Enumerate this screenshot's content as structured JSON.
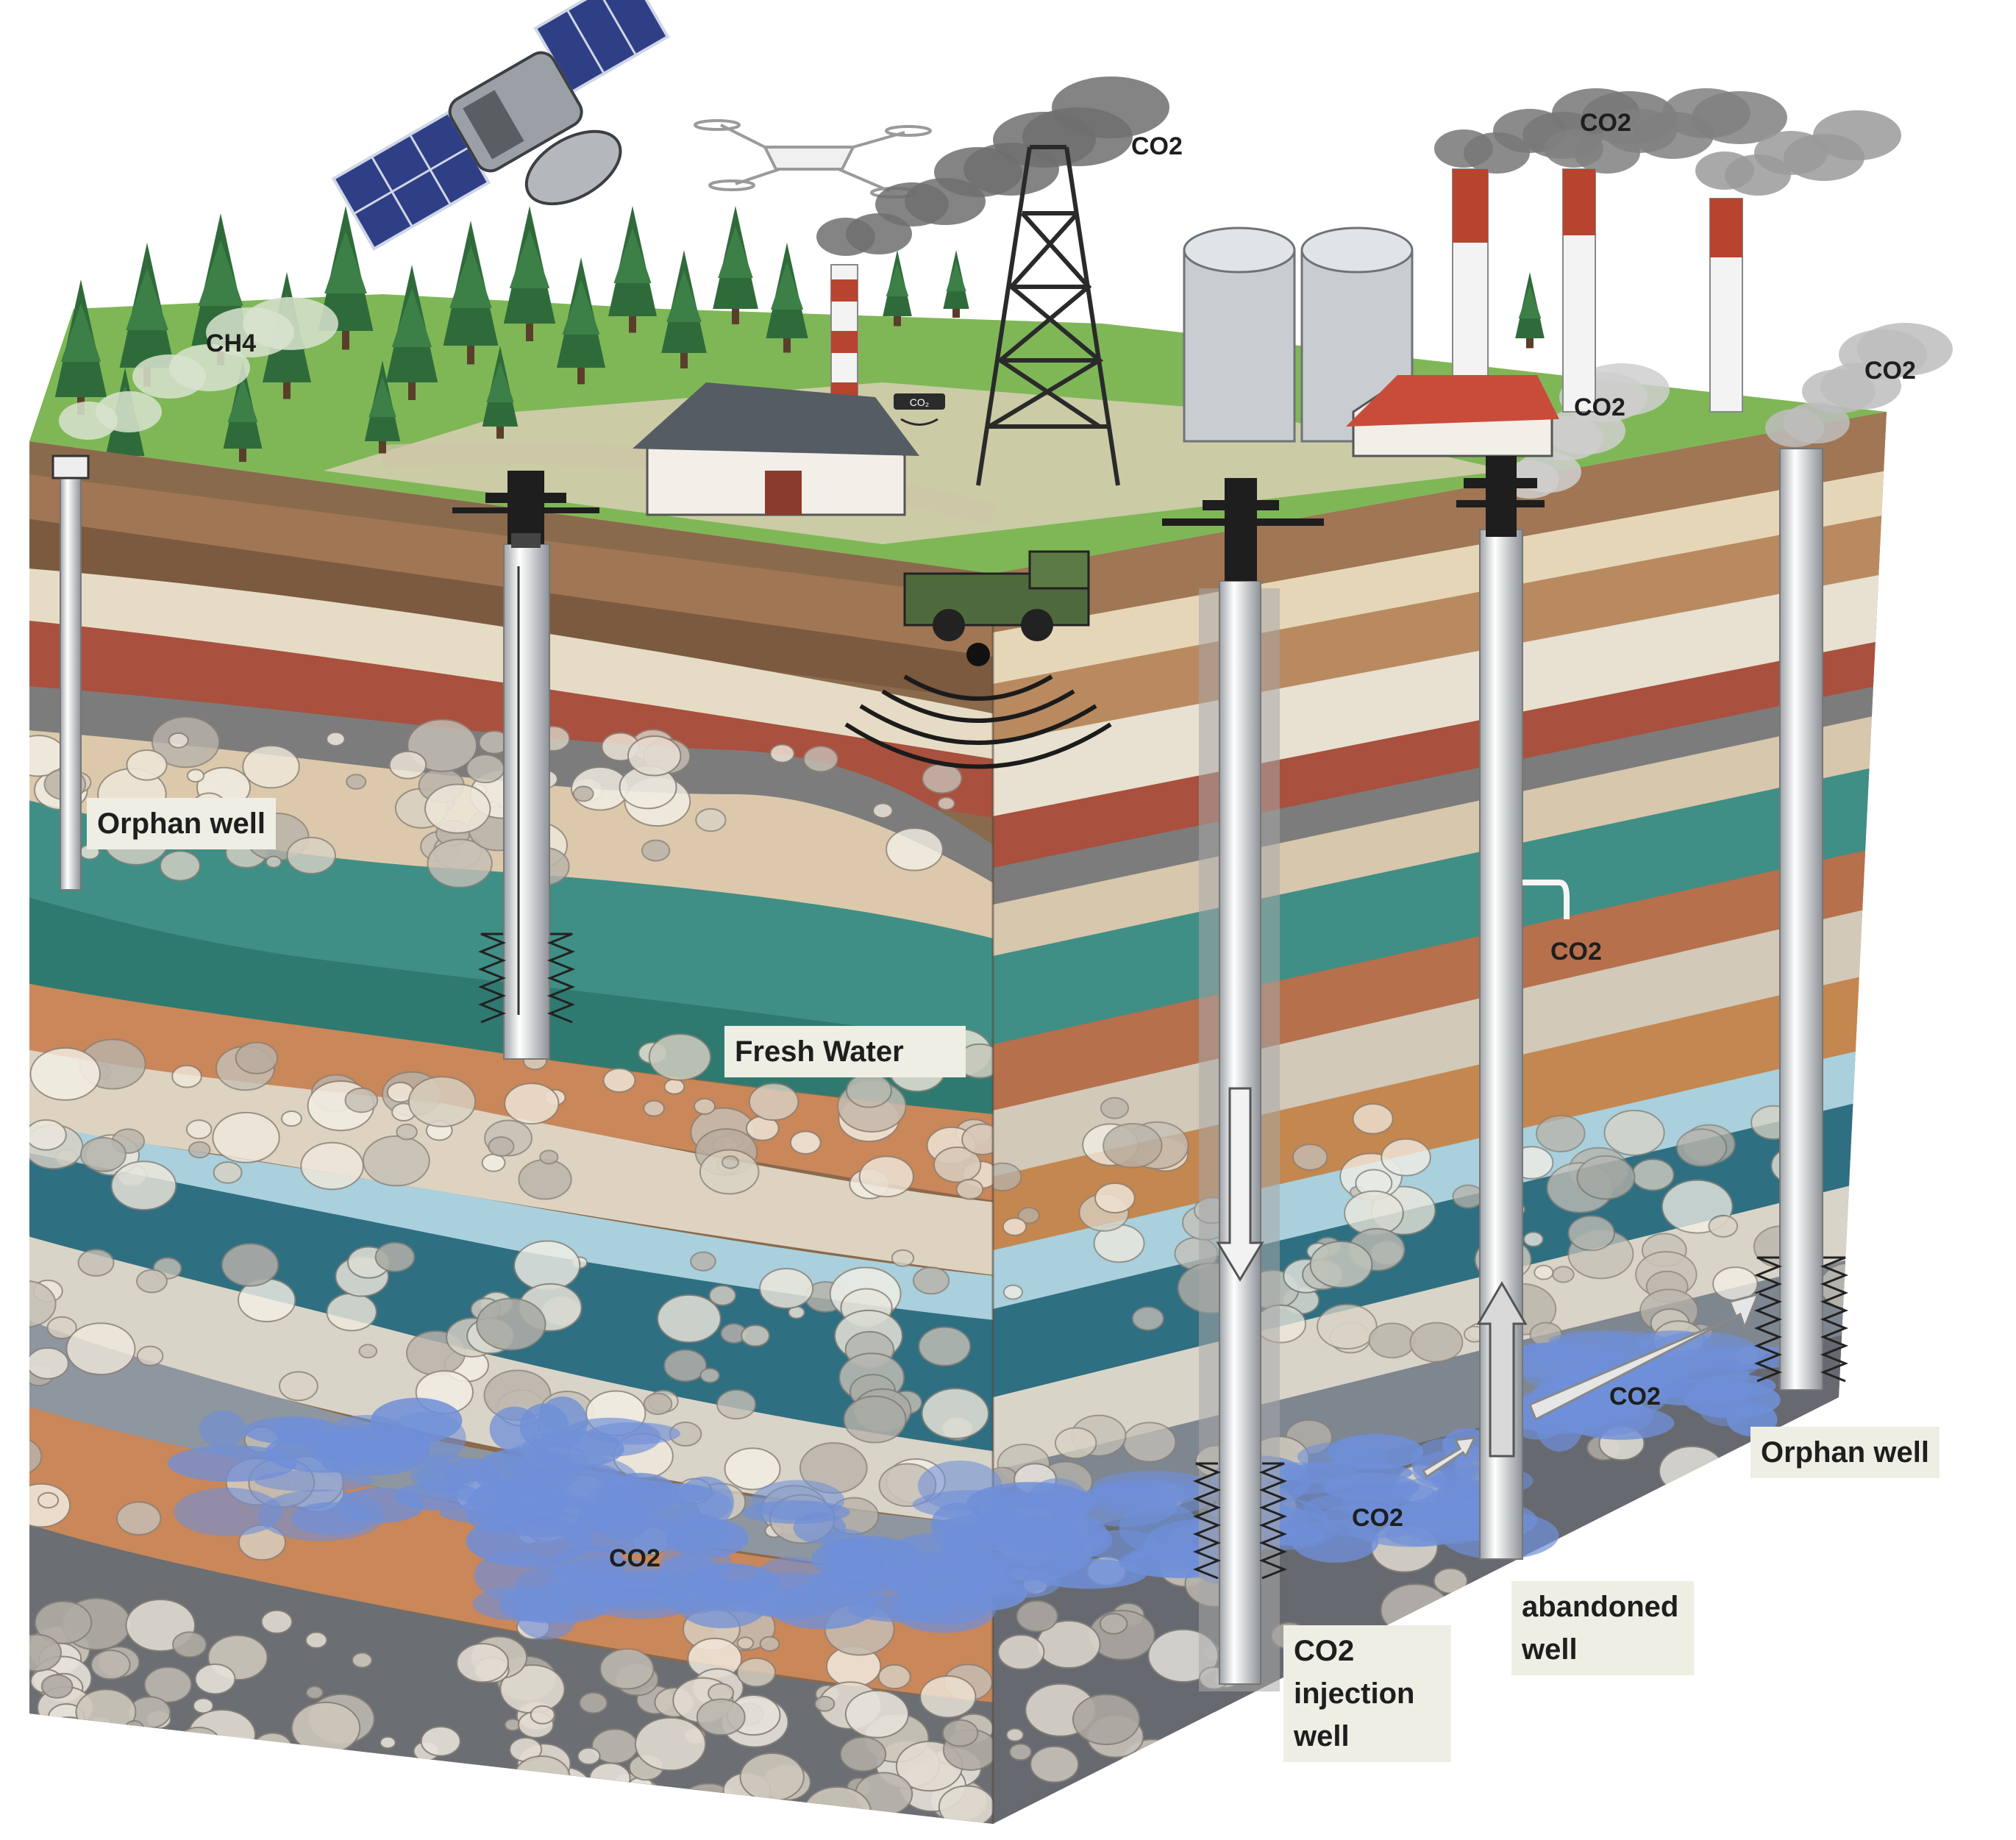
{
  "labels": {
    "orphan_well_left": "Orphan well",
    "fresh_water": "Fresh Water",
    "co2_injection_well": "CO2 injection well",
    "abandoned_well": "abandoned well",
    "orphan_well_right": "Orphan well"
  },
  "gas_labels": {
    "ch4": "CH4",
    "co2_tower": "CO2",
    "co2_stack": "CO2",
    "co2_wellhead": "CO2",
    "co2_right_well": "CO2",
    "co2_leak": "CO2",
    "co2_plume_left": "CO2",
    "co2_plume_mid": "CO2",
    "co2_plume_right": "CO2",
    "co2_sensor": "CO₂"
  },
  "icons": [
    "satellite-icon",
    "drone-icon",
    "smokestack-icon",
    "oil-derrick-icon",
    "storage-tank-icon",
    "farmhouse-icon",
    "truck-icon",
    "wellhead-icon",
    "tree-icon",
    "seismic-wave-icon"
  ],
  "colors": {
    "grass": "#6fa94a",
    "fresh_water": "#3f8f86",
    "aquifer_blue": "#2f6f82",
    "co2_plume": "#6f8fd8",
    "casing": "#e4e6e8",
    "brick_red": "#a9503e",
    "sandstone": "#c9875a",
    "label_bg": "#efeee4"
  }
}
